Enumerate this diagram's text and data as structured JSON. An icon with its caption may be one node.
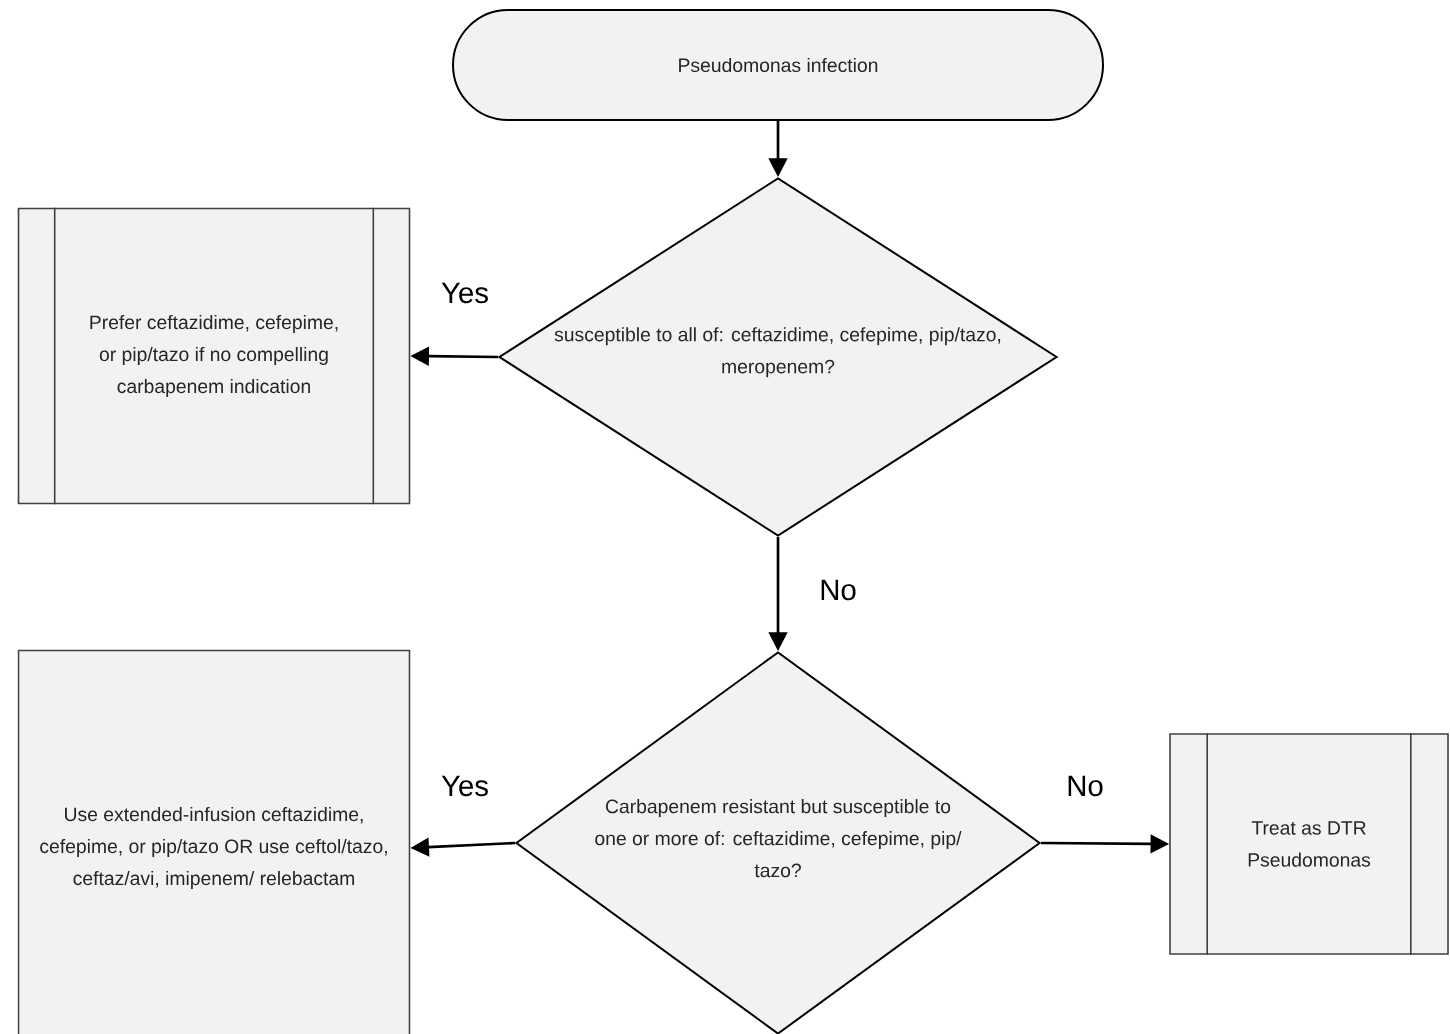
{
  "diagram": {
    "nodes": [
      {
        "text": [
          "Pseudomonas infection"
        ]
      },
      {
        "text": [
          "susceptible to all of: ceftazidime, cefepime, pip/tazo, meropenem?"
        ]
      },
      {
        "text": [
          "Prefer ceftazidime, cefepime, or pip/tazo if no compelling carbapenem indication"
        ]
      },
      {
        "text": [
          "Carbapenem resistant but susceptible to one or more of: ceftazidime, cefepime, pip/ tazo?"
        ]
      },
      {
        "text": [
          "Use extended-infusion ceftazidime, cefepime, or pip/tazo OR use ceftol/tazo, ceftaz/avi, imipenem/ relebactam"
        ]
      },
      {
        "text": [
          "Treat as DTR Pseudomonas"
        ]
      }
    ],
    "edges": [
      {
        "from": 0,
        "to": 1,
        "arrow": "to"
      },
      {
        "from": 1,
        "to": 2,
        "arrow": "to",
        "label": "Yes"
      },
      {
        "from": 1,
        "to": 3,
        "arrow": "to",
        "label": "No"
      },
      {
        "from": 3,
        "to": 4,
        "arrow": "to",
        "label": "Yes"
      },
      {
        "from": 3,
        "to": 5,
        "arrow": "to",
        "label": "No"
      }
    ]
  }
}
